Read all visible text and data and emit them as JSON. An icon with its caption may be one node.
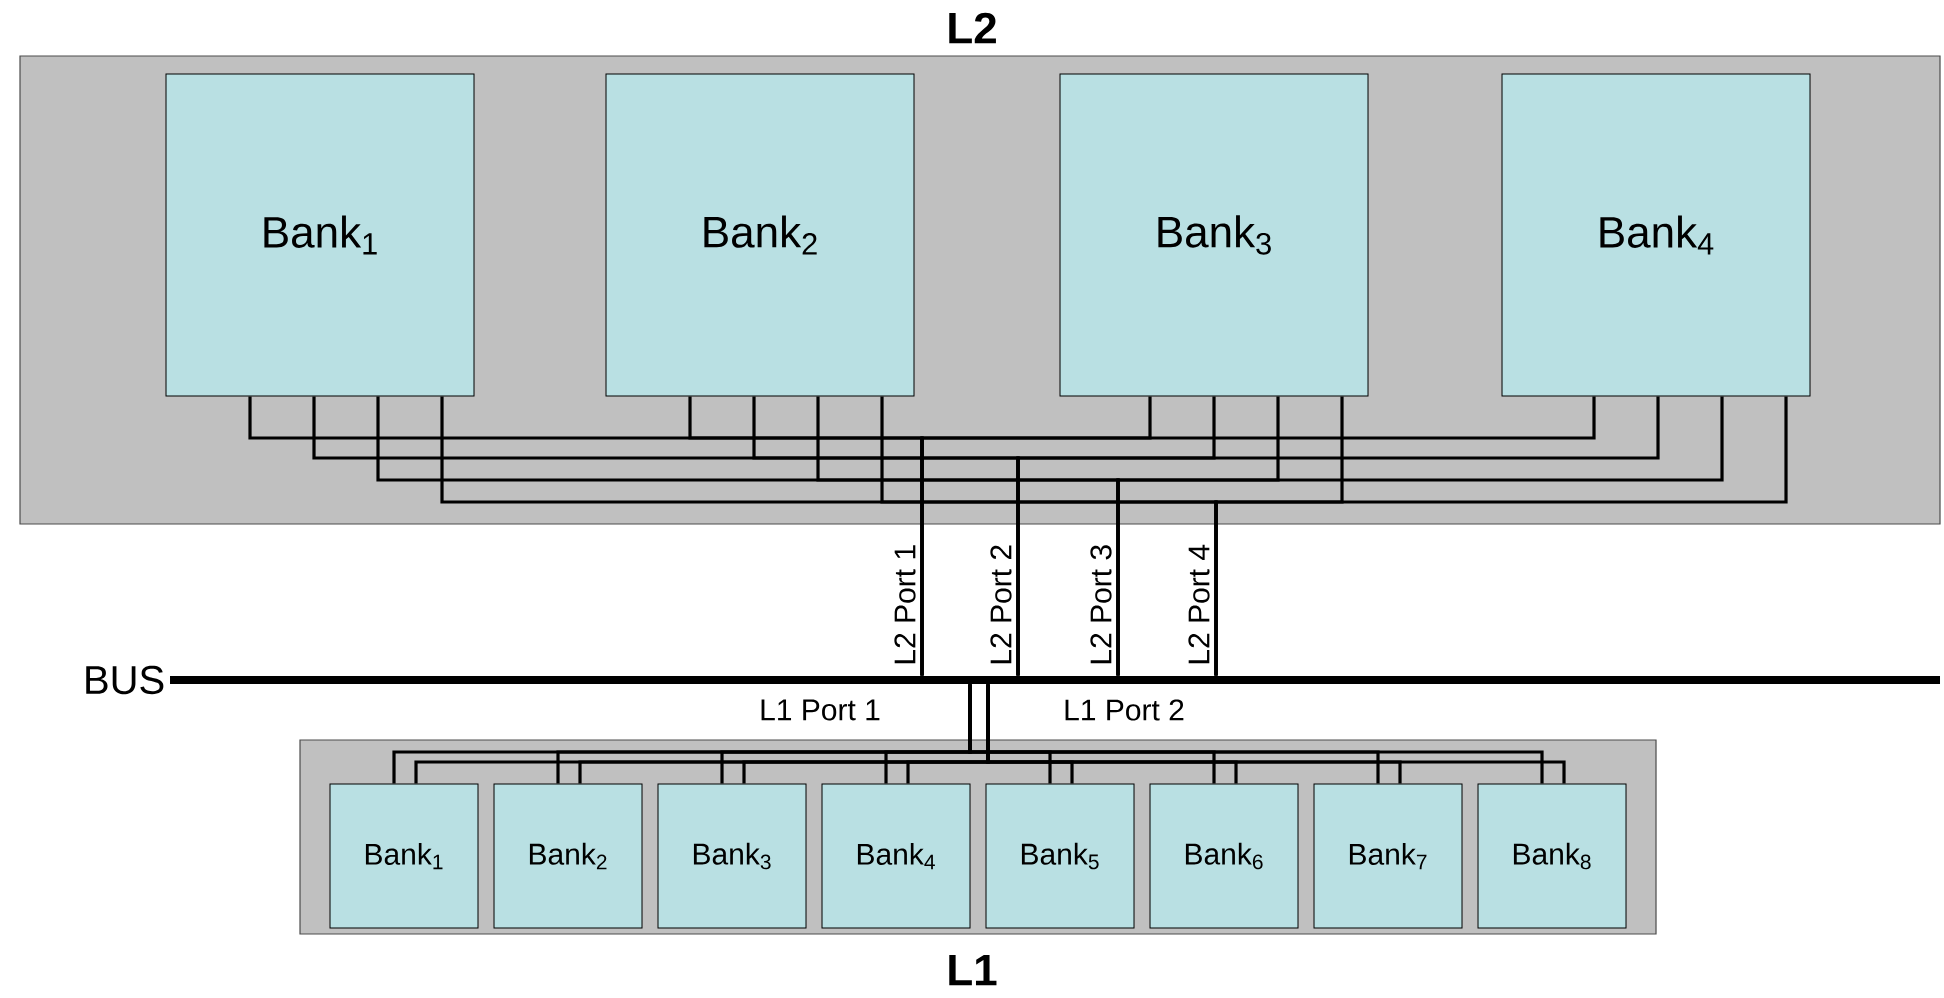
{
  "diagram": {
    "nodes": [
      {
        "text": [
          "L2"
        ]
      },
      {
        "text": [
          "Bank$_{1}$"
        ],
        "in": 0
      },
      {
        "text": [
          "Bank$_{2}$"
        ],
        "in": 0
      },
      {
        "text": [
          "Bank$_{3}$"
        ],
        "in": 0
      },
      {
        "text": [
          "Bank$_{4}$"
        ],
        "in": 0
      },
      {
        "text": [
          "BUS"
        ]
      },
      {
        "text": [
          "L1"
        ]
      },
      {
        "text": [
          "Bank$_{1}$"
        ],
        "in": 6
      },
      {
        "text": [
          "Bank$_{2}$"
        ],
        "in": 6
      },
      {
        "text": [
          "Bank$_{3}$"
        ],
        "in": 6
      },
      {
        "text": [
          "Bank$_{4}$"
        ],
        "in": 6
      },
      {
        "text": [
          "Bank$_{5}$"
        ],
        "in": 6
      },
      {
        "text": [
          "Bank$_{6}$"
        ],
        "in": 6
      },
      {
        "text": [
          "Bank$_{7}$"
        ],
        "in": 6
      },
      {
        "text": [
          "Bank$_{8}$"
        ],
        "in": 6
      }
    ],
    "edges": [
      {
        "from": 1,
        "to": 5,
        "arrow": "none"
      },
      {
        "from": 1,
        "to": 5,
        "arrow": "none"
      },
      {
        "from": 1,
        "to": 5,
        "arrow": "none"
      },
      {
        "from": 1,
        "to": 5,
        "arrow": "none"
      },
      {
        "from": 2,
        "to": 5,
        "arrow": "none"
      },
      {
        "from": 2,
        "to": 5,
        "arrow": "none"
      },
      {
        "from": 2,
        "to": 5,
        "arrow": "none"
      },
      {
        "from": 2,
        "to": 5,
        "arrow": "none"
      },
      {
        "from": 3,
        "to": 5,
        "arrow": "none"
      },
      {
        "from": 3,
        "to": 5,
        "arrow": "none"
      },
      {
        "from": 3,
        "to": 5,
        "arrow": "none"
      },
      {
        "from": 3,
        "to": 5,
        "arrow": "none"
      },
      {
        "from": 4,
        "to": 5,
        "arrow": "none"
      },
      {
        "from": 4,
        "to": 5,
        "arrow": "none"
      },
      {
        "from": 4,
        "to": 5,
        "arrow": "none"
      },
      {
        "from": 4,
        "to": 5,
        "arrow": "none"
      },
      {
        "from": 5,
        "to": 7,
        "arrow": "none"
      },
      {
        "from": 5,
        "to": 7,
        "arrow": "none"
      },
      {
        "from": 5,
        "to": 8,
        "arrow": "none"
      },
      {
        "from": 5,
        "to": 8,
        "arrow": "none"
      },
      {
        "from": 5,
        "to": 9,
        "arrow": "none"
      },
      {
        "from": 5,
        "to": 9,
        "arrow": "none"
      },
      {
        "from": 5,
        "to": 10,
        "arrow": "none"
      },
      {
        "from": 5,
        "to": 10,
        "arrow": "none"
      },
      {
        "from": 5,
        "to": 11,
        "arrow": "none"
      },
      {
        "from": 5,
        "to": 11,
        "arrow": "none"
      },
      {
        "from": 5,
        "to": 12,
        "arrow": "none"
      },
      {
        "from": 5,
        "to": 12,
        "arrow": "none"
      },
      {
        "from": 5,
        "to": 13,
        "arrow": "none"
      },
      {
        "from": 5,
        "to": 13,
        "arrow": "none"
      },
      {
        "from": 5,
        "to": 14,
        "arrow": "none"
      },
      {
        "from": 5,
        "to": 14,
        "arrow": "none"
      }
    ],
    "labels": [
      "L2 Port 1",
      "L2 Port 2",
      "L2 Port 3",
      "L2 Port 4",
      "L1 Port 1",
      "L1 Port 2"
    ]
  }
}
